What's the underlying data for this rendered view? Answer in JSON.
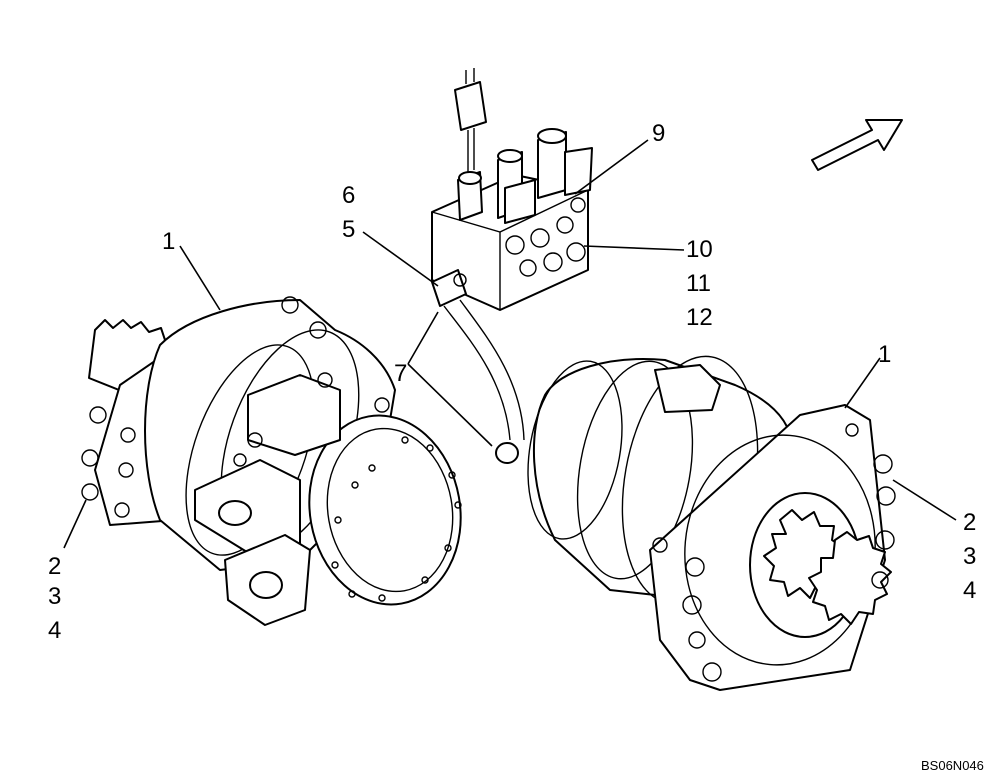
{
  "callouts": {
    "left_motor": "1",
    "left_hw_a": "2",
    "left_hw_b": "3",
    "left_hw_c": "4",
    "right_motor": "1",
    "right_hw_a": "2",
    "right_hw_b": "3",
    "right_hw_c": "4",
    "fitting_a": "6",
    "fitting_b": "5",
    "hose": "7",
    "valve": "9",
    "plug_a": "10",
    "plug_b": "11",
    "plug_c": "12"
  },
  "drawing_code": "BS06N046"
}
